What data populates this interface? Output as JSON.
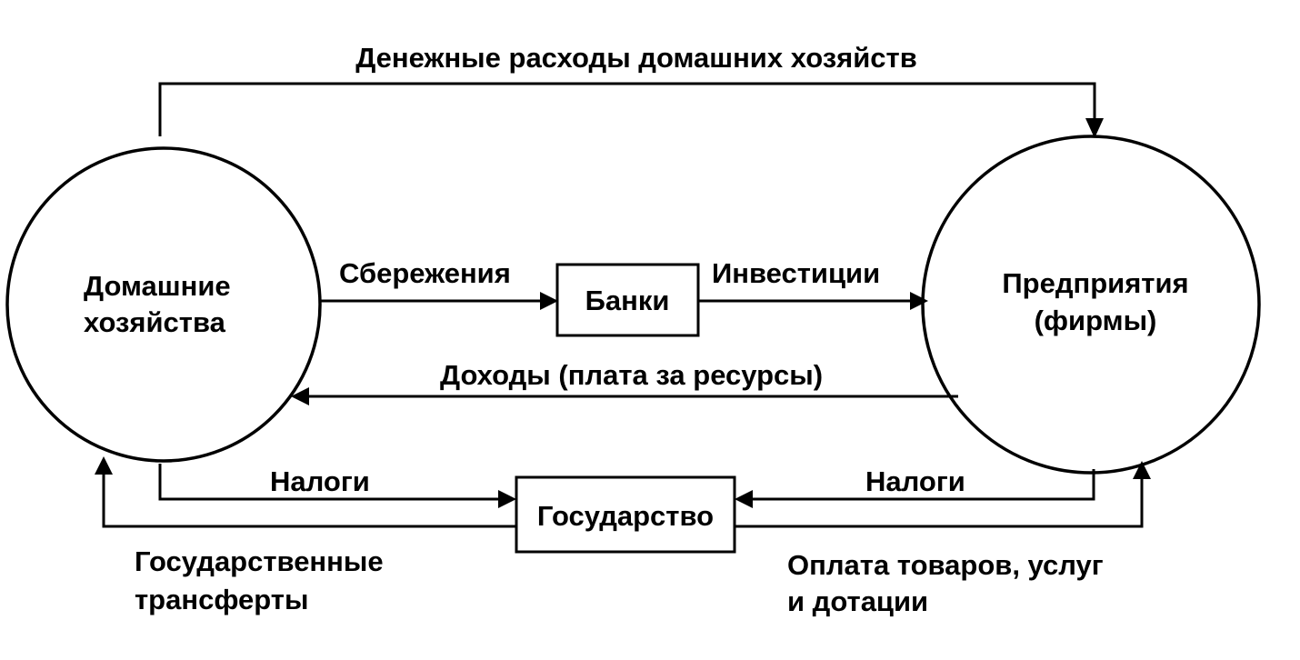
{
  "nodes": {
    "households": {
      "line1": "Домашние",
      "line2": "хозяйства"
    },
    "firms": {
      "line1": "Предприятия",
      "line2": "(фирмы)"
    },
    "banks": {
      "label": "Банки"
    },
    "government": {
      "label": "Государство"
    }
  },
  "flows": {
    "household_spending": "Денежные расходы домашних хозяйств",
    "savings": "Сбережения",
    "investments": "Инвестиции",
    "income": "Доходы (плата за ресурсы)",
    "household_taxes": "Налоги",
    "firm_taxes": "Налоги",
    "transfers": {
      "line1": "Государственные",
      "line2": "трансферты"
    },
    "payments": {
      "line1": "Оплата товаров, услуг",
      "line2": "и дотации"
    }
  },
  "colors": {
    "ink": "#000000",
    "background": "#ffffff"
  }
}
